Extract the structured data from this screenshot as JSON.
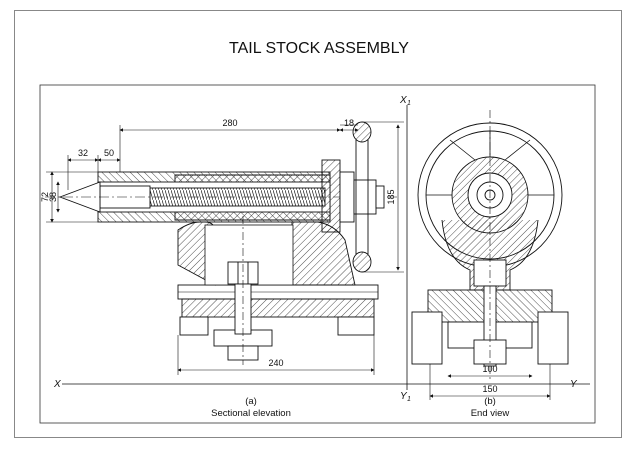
{
  "title": "TAIL STOCK ASSEMBLY",
  "dimensions": {
    "d280": "280",
    "d18": "18",
    "d32": "32",
    "d50": "50",
    "d72": "72",
    "d38": "38",
    "d185": "185",
    "d240": "240",
    "d100": "100",
    "d150": "150"
  },
  "axes": {
    "x": "X",
    "y": "Y",
    "x1": "X",
    "y1": "Y",
    "sub": "1"
  },
  "views": {
    "a_label": "(a)",
    "a_caption": "Sectional elevation",
    "b_label": "(b)",
    "b_caption": "End view"
  }
}
